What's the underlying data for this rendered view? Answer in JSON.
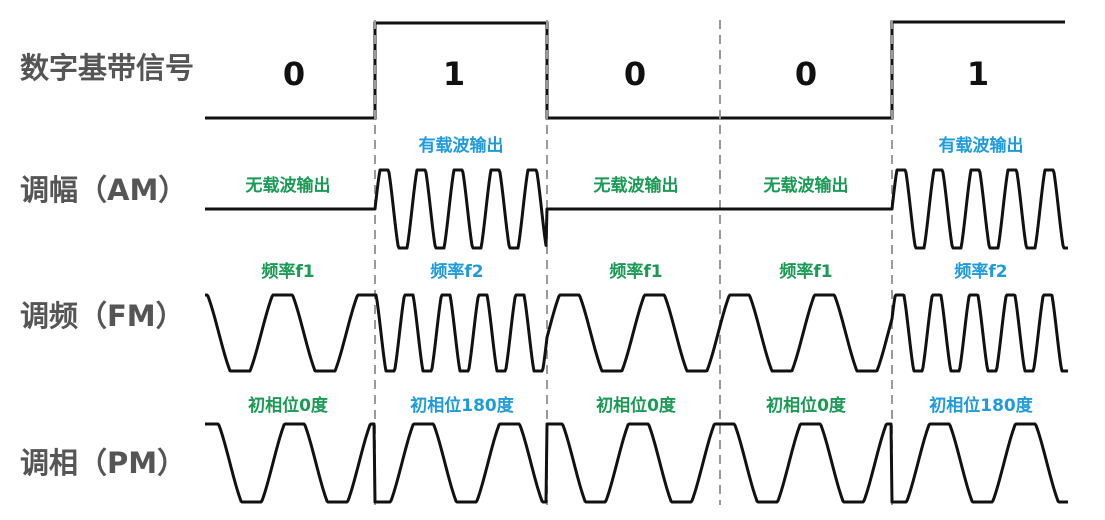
{
  "rows": {
    "digital": "数字基带信号",
    "am": "调幅（AM）",
    "fm": "调频（FM）",
    "pm": "调相（PM）"
  },
  "bits": [
    "0",
    "1",
    "0",
    "0",
    "1"
  ],
  "am_notes": [
    "无载波输出",
    "有载波输出",
    "无载波输出",
    "无载波输出",
    "有载波输出"
  ],
  "fm_notes": [
    "频率f1",
    "频率f2",
    "频率f1",
    "频率f1",
    "频率f2"
  ],
  "pm_notes": [
    "初相位0度",
    "初相位180度",
    "初相位0度",
    "初相位0度",
    "初相位180度"
  ],
  "colors": {
    "bit0_note": "#1a9a55",
    "bit1_note": "#1f9bdc",
    "waveform": "#111111",
    "divider": "#999999",
    "label": "#555555"
  }
}
